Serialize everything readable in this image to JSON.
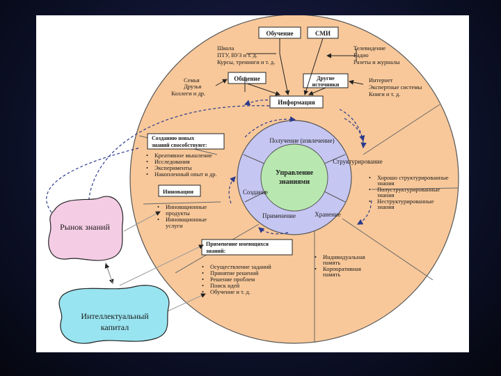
{
  "boxes": {
    "obuchenie": "Обучение",
    "smi": "СМИ",
    "obschenie": "Общение",
    "drugie_line1": "Другие",
    "drugie_line2": "источники",
    "informatsiya": "Информация"
  },
  "lists": {
    "obuchenie_items": [
      "Школа",
      "ПТУ, ВУЗ и т. д.",
      "Курсы, тренинги и т. д."
    ],
    "smi_items": [
      "Телевидение",
      "Радио",
      "Газеты и журналы"
    ],
    "obschenie_items": [
      "Семья",
      "Друзья",
      "Коллеги и др."
    ],
    "drugie_items": [
      "Интернет",
      "Экспертные системы",
      "Книги и т. д."
    ]
  },
  "center": {
    "line1": "Управление",
    "line2": "знаниями"
  },
  "ring": {
    "poluchenie": "Получение (извлечение)",
    "strukturirovanie": "Структурирование",
    "sozdanie": "Создание",
    "primenenie": "Применение",
    "hranenie": "Хранение"
  },
  "sections": {
    "sozdaniyu_title_1": "Созданию новых",
    "sozdaniyu_title_2": "знаний способствуют:",
    "sozdaniyu_items": [
      "Креативное мышление",
      "Исследования",
      "Эксперименты",
      "Накопленный опыт и др."
    ],
    "innovatsii_title": "Инновации",
    "innovatsii_items": [
      "Инновационные",
      "продукты",
      "Инновационные",
      "услуги"
    ],
    "struct_items": [
      "Хорошо структурированные",
      "знания",
      "Полуструктурированные",
      "знания",
      "Неструктурированные",
      "знания"
    ],
    "primenenie_title_1": "Применение имеющихся",
    "primenenie_title_2": "знаний:",
    "primenenie_items": [
      "Осуществление заданий",
      "Принятие решений",
      "Решение проблем",
      "Поиск идей",
      "Обучение и т. д."
    ],
    "hranenie_items": [
      "Индивидуальная",
      "память",
      "Корпоративная",
      "память"
    ]
  },
  "blobs": {
    "rynok": "Рынок знаний",
    "kapital_line1": "Интеллектуальный",
    "kapital_line2": "капитал"
  },
  "colors": {
    "background": "#0b0f24",
    "panel": "#ffffff",
    "outer_circle": "#f8c89a",
    "ring": "#c6c6f2",
    "center": "#b8e8b0",
    "rynok_blob": "#f4cce4",
    "kapital_blob": "#98e4f0"
  }
}
